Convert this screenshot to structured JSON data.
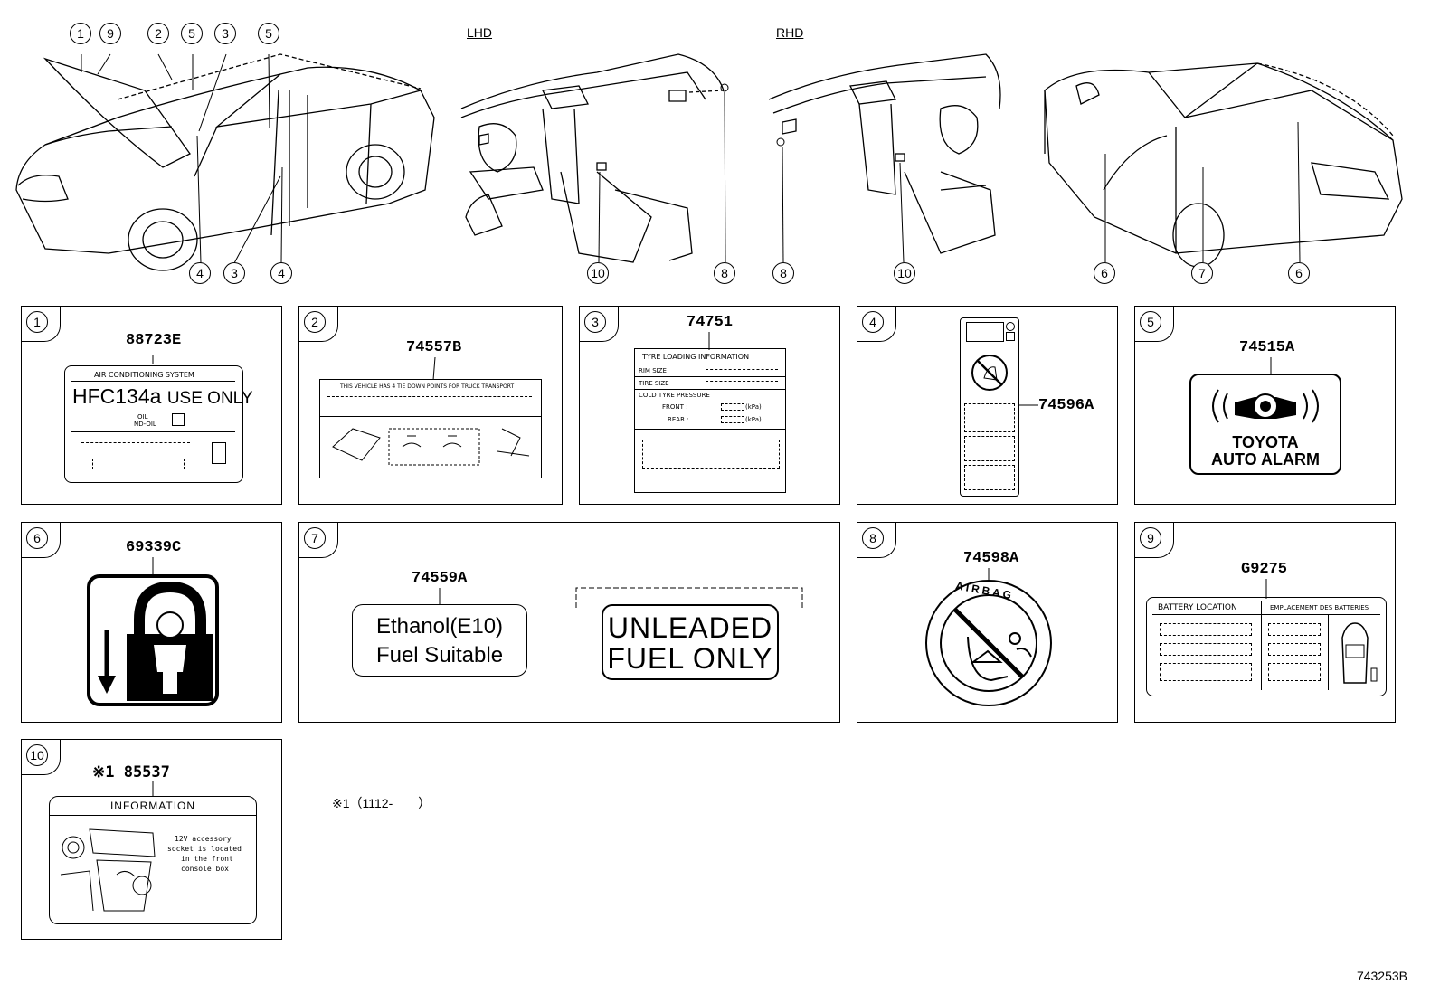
{
  "views": {
    "lhd_label": "LHD",
    "rhd_label": "RHD"
  },
  "callouts": {
    "front_car": [
      "1",
      "9",
      "2",
      "5",
      "3",
      "5",
      "4",
      "3",
      "4"
    ],
    "lhd_dash": [
      "10",
      "8"
    ],
    "rhd_dash": [
      "8",
      "10"
    ],
    "rear_car": [
      "6",
      "7",
      "6"
    ]
  },
  "panels": [
    {
      "num": "1",
      "part_no": "88723E",
      "label": {
        "header": "AIR CONDITIONING SYSTEM",
        "main": "HFC134a",
        "main2": "USE ONLY",
        "oil1": "OIL",
        "oil2": "ND-OIL"
      }
    },
    {
      "num": "2",
      "part_no": "74557B",
      "label": {
        "text": "THIS VEHICLE HAS 4 TIE DOWN POINTS FOR TRUCK TRANSPORT"
      }
    },
    {
      "num": "3",
      "part_no": "74751",
      "label": {
        "title": "TYRE LOADING INFORMATION",
        "rim": "RIM SIZE",
        "tire": "TIRE SIZE",
        "cold": "COLD TYRE PRESSURE",
        "front": "FRONT :",
        "rear": "REAR :",
        "unit1": "(kPa)",
        "unit2": "(kPa)"
      }
    },
    {
      "num": "4",
      "part_no": "74596A"
    },
    {
      "num": "5",
      "part_no": "74515A",
      "label": {
        "line1": "TOYOTA",
        "line2": "AUTO ALARM"
      }
    },
    {
      "num": "6",
      "part_no": "69339C"
    },
    {
      "num": "7",
      "part_no": "74559A",
      "label_a": {
        "line1": "Ethanol(E10)",
        "line2": "Fuel Suitable"
      },
      "label_b": {
        "line1": "UNLEADED",
        "line2": "FUEL ONLY"
      }
    },
    {
      "num": "8",
      "part_no": "74598A",
      "label": {
        "ring": "AIRBAG"
      }
    },
    {
      "num": "9",
      "part_no": "G9275",
      "label": {
        "left": "BATTERY LOCATION",
        "right": "EMPLACEMENT DES BATTERIES"
      }
    },
    {
      "num": "10",
      "part_no": "※1 85537",
      "label": {
        "header": "INFORMATION",
        "body": [
          "12V accessory",
          "socket is located",
          "in the front",
          "console box"
        ]
      }
    }
  ],
  "footnote": "※1（1112-　　）",
  "figure_number": "743253B"
}
